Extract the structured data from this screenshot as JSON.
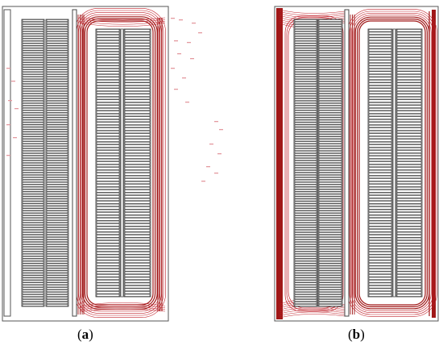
{
  "captions": {
    "a": "a",
    "b": "b"
  },
  "colors": {
    "flux": "#c0202a",
    "flux_dense": "#a01818",
    "outline": "#333333",
    "background": "#ffffff"
  },
  "panels": {
    "a": {
      "left_coil_slots": 120,
      "right_coil_slots": 95
    },
    "b": {
      "left_coil_slots": 120,
      "right_coil_slots": 95
    }
  }
}
